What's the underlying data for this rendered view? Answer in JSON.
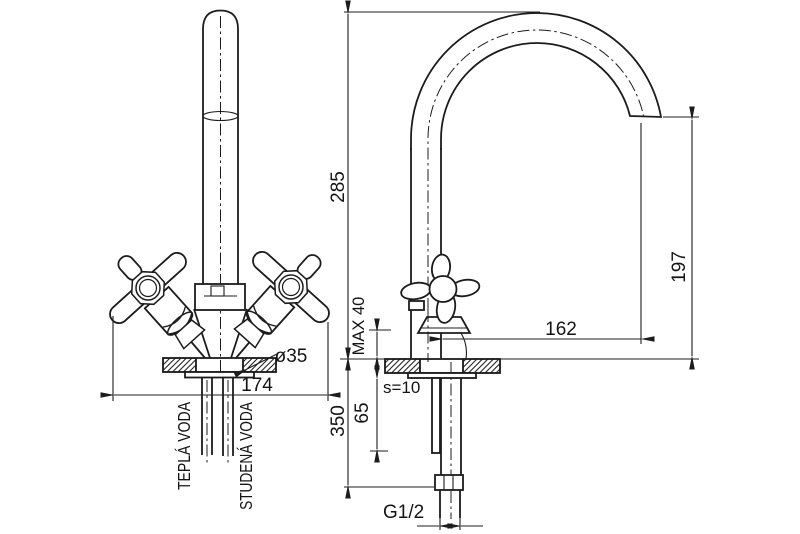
{
  "drawing": {
    "front_view": {
      "labels": {
        "flange_diameter": "ø35",
        "overall_width": "174",
        "hot_water": "TEPLÁ VODA",
        "cold_water": "STUDENÁ VODA"
      }
    },
    "side_view": {
      "labels": {
        "spout_total_height": "285",
        "spout_outlet_height": "197",
        "spout_reach": "162",
        "max_deck_thickness": "MAX 40",
        "washer_thickness": "s=10",
        "stud_length": "65",
        "supply_length": "350",
        "thread_size": "G1/2"
      }
    },
    "colors": {
      "line": "#1c1c1c",
      "background": "#ffffff"
    }
  }
}
